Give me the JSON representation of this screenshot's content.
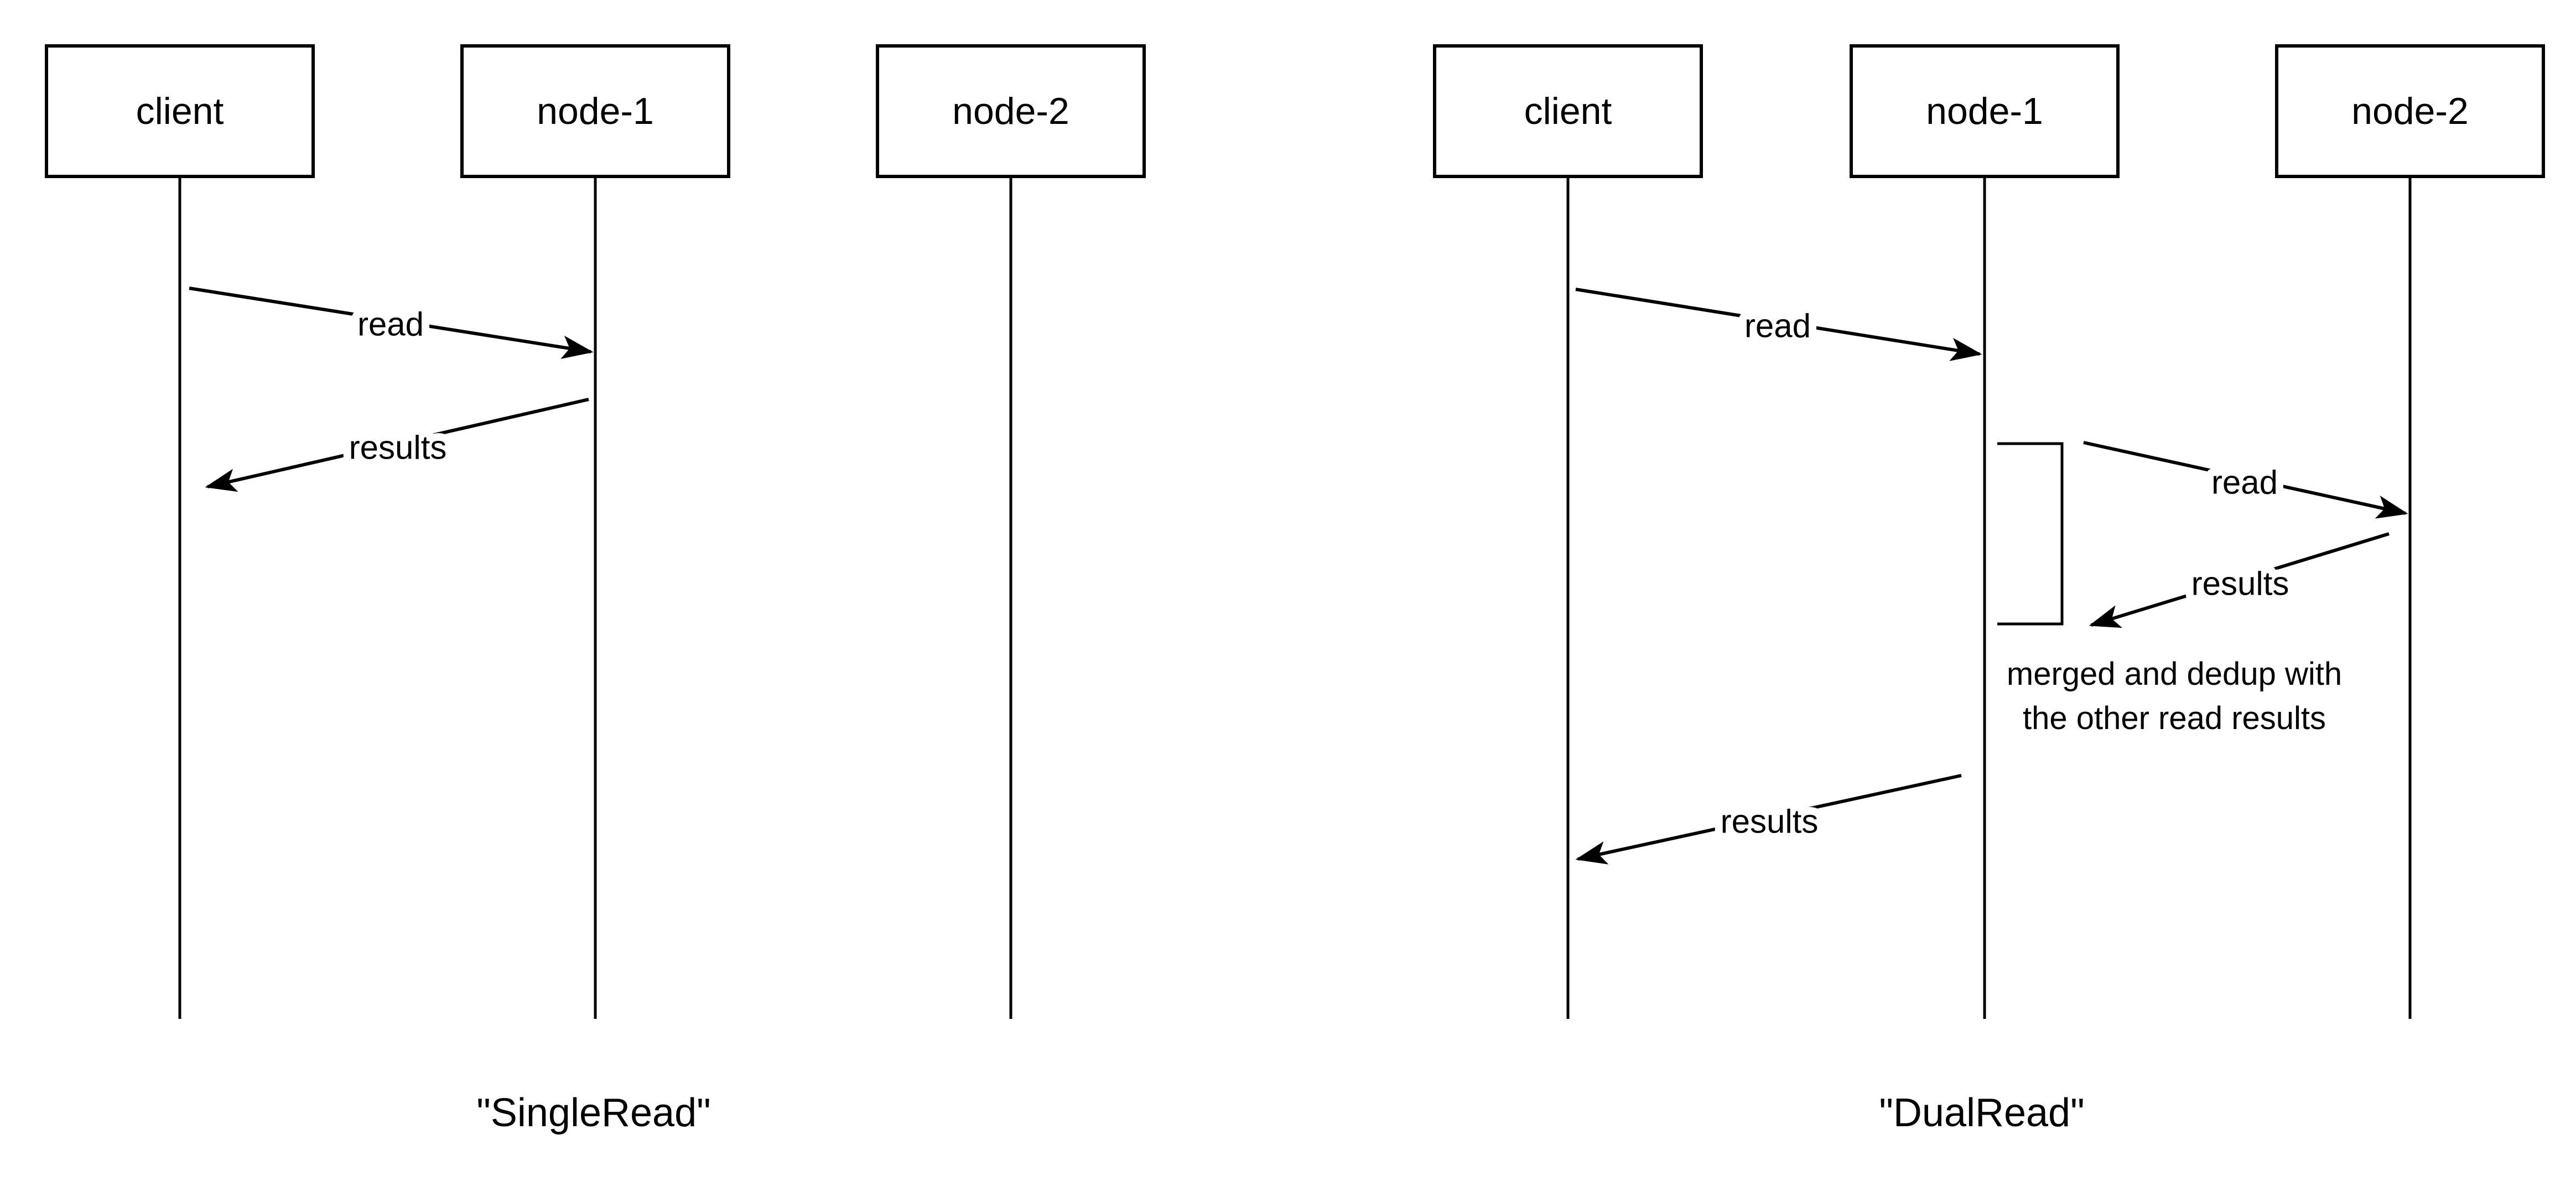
{
  "colors": {
    "stroke": "#000000",
    "background": "#ffffff"
  },
  "diagrams": {
    "left": {
      "caption": "\"SingleRead\"",
      "actors": [
        "client",
        "node-1",
        "node-2"
      ],
      "messages": [
        {
          "label": "read",
          "from": "client",
          "to": "node-1"
        },
        {
          "label": "results",
          "from": "node-1",
          "to": "client"
        }
      ]
    },
    "right": {
      "caption": "\"DualRead\"",
      "actors": [
        "client",
        "node-1",
        "node-2"
      ],
      "messages": [
        {
          "label": "read",
          "from": "client",
          "to": "node-1"
        },
        {
          "label": "read",
          "from": "node-1",
          "to": "node-2"
        },
        {
          "label": "results",
          "from": "node-2",
          "to": "node-1"
        },
        {
          "label": "results",
          "from": "node-1",
          "to": "client"
        }
      ],
      "note": {
        "line1": "merged and dedup with",
        "line2": "the other read results"
      }
    }
  }
}
